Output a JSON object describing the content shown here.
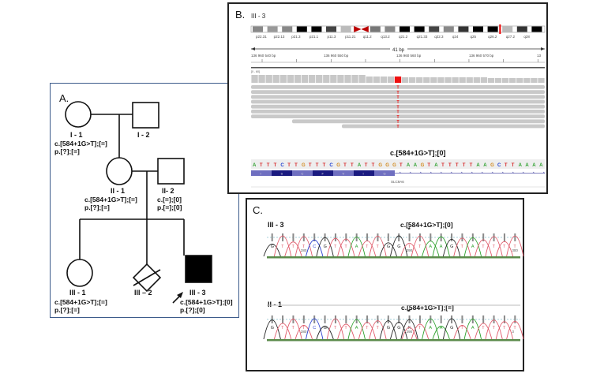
{
  "panels": {
    "A": {
      "label": "A.",
      "individuals": [
        {
          "id": "I - 1",
          "sex": "female",
          "affected": false,
          "genotype_c": "c.[584+1G>T];[=]",
          "genotype_p": "p.[?];[=]"
        },
        {
          "id": "I - 2",
          "sex": "male",
          "affected": false,
          "genotype_c": "",
          "genotype_p": ""
        },
        {
          "id": "II - 1",
          "sex": "female",
          "affected": false,
          "genotype_c": "c.[584+1G>T];[=]",
          "genotype_p": "p.[?];[=]"
        },
        {
          "id": "II- 2",
          "sex": "male",
          "affected": false,
          "genotype_c": "c.[=];[0]",
          "genotype_p": "p.[=];[0]"
        },
        {
          "id": "III - 1",
          "sex": "female",
          "affected": false,
          "genotype_c": "c.[584+1G>T];[=]",
          "genotype_p": "p.[?];[=]"
        },
        {
          "id": "III – 2",
          "sex": "unknown-deceased",
          "affected": false,
          "genotype_c": "",
          "genotype_p": ""
        },
        {
          "id": "III - 3",
          "sex": "male",
          "affected": true,
          "proband": true,
          "genotype_c": "c.[584+1G>T];[0]",
          "genotype_p": "p.[?];[0]"
        }
      ]
    },
    "B": {
      "label": "B.",
      "sample": "III - 3",
      "cytobands": [
        "p22.31",
        "p22.13",
        "p21.3",
        "p21.1",
        "p11.3",
        "p11.21",
        "q11.2",
        "q13.2",
        "q21.2",
        "q21.33",
        "q22.3",
        "q24",
        "q25",
        "q26.2",
        "q27.2",
        "q28"
      ],
      "span_label": "41 bp",
      "positions": [
        "136 960 540 bp",
        "136 960 550 bp",
        "136 960 560 bp",
        "136 960 570 bp",
        "13"
      ],
      "coverage_range": "[0 - 60]",
      "variant_base": "T",
      "read_count": 9,
      "annotation": "c.[584+1G>T];[0]",
      "reference_sequence": "ATTTCTTGTTTCGTTATTGGGTAAGTATTTTTAAGCTTAAAA",
      "amino_acids": [
        "I",
        "S",
        "C",
        "F",
        "V",
        "I",
        "G"
      ],
      "gene": "SLC9A6",
      "colors": {
        "A": "#2ca02c",
        "C": "#1f3fcf",
        "G": "#d2891c",
        "T": "#d62728",
        "variant": "#ee1111",
        "exon_light": "#6f6fc0",
        "exon_dark": "#1a1a80"
      }
    },
    "C": {
      "label": "C.",
      "traces": [
        {
          "sample": "III - 3",
          "annotation": "c.[584+1G>T];[0]",
          "marker": "*",
          "bases": [
            "G",
            "T",
            "T",
            "T",
            "C",
            "G",
            "T",
            "T",
            "A",
            "T",
            "T",
            "G",
            "G",
            "T",
            "T",
            "A",
            "A",
            "G",
            "T",
            "A",
            "T",
            "T",
            "T",
            "T"
          ],
          "positions": [
            "280",
            "290",
            "300"
          ]
        },
        {
          "sample": "II - 1",
          "annotation": "c.[584+1G>T];[=]",
          "marker": "*",
          "bases": [
            "G",
            "T",
            "T",
            "T",
            "C",
            "G",
            "T",
            "T",
            "A",
            "T",
            "T",
            "G",
            "G",
            "K",
            "T",
            "A",
            "A",
            "G",
            "T",
            "A",
            "T",
            "T",
            "T",
            "T"
          ],
          "positions": [
            "280",
            "290",
            "3"
          ]
        }
      ],
      "colors": {
        "A": "#2ca02c",
        "C": "#2a3fcf",
        "G": "#222222",
        "T": "#e05a6a",
        "K": "#444444"
      }
    }
  }
}
